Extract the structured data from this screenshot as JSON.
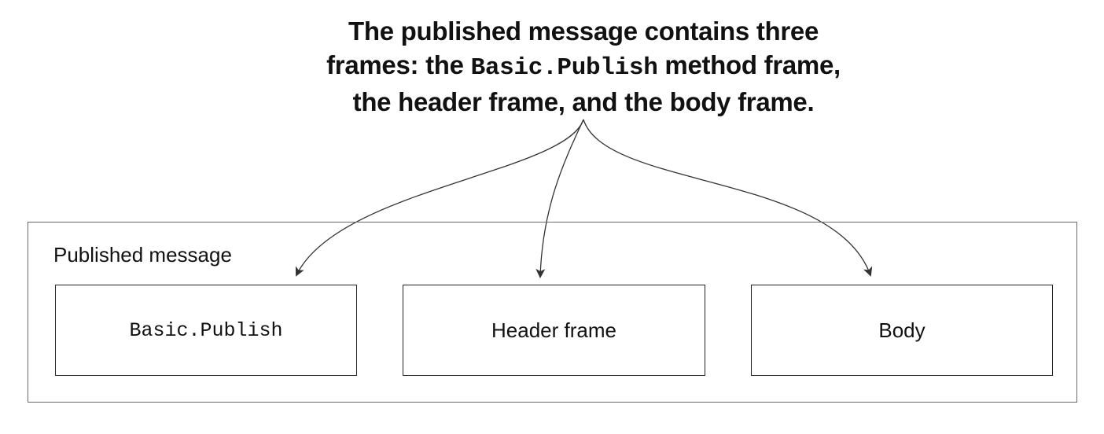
{
  "annotation": {
    "line1": "The published message contains three",
    "line2_prefix": "frames: the ",
    "line2_code": "Basic.Publish",
    "line2_suffix": " method frame,",
    "line3": "the header frame, and the body frame."
  },
  "container": {
    "label": "Published message"
  },
  "frames": [
    {
      "label": "Basic.Publish"
    },
    {
      "label": "Header frame"
    },
    {
      "label": "Body"
    }
  ],
  "colors": {
    "text": "#111111",
    "container_border": "#6a6a6a",
    "frame_border": "#222222",
    "arrow": "#333333"
  }
}
